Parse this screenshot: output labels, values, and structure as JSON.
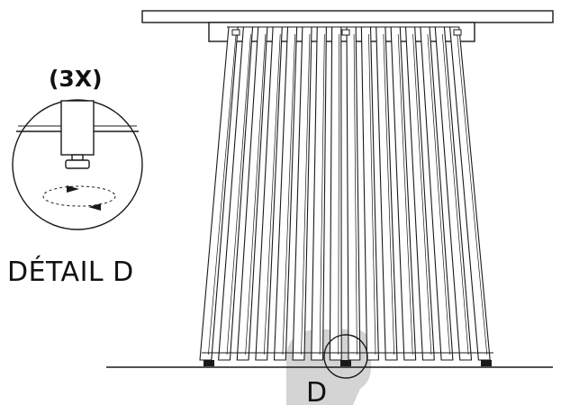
{
  "detail": {
    "quantity_label": "(3X)",
    "caption": "DÉTAIL D"
  },
  "callout": {
    "letter": "D"
  },
  "colors": {
    "line": "#1a1a1a",
    "callout_shade": "#d4d4d4",
    "background": "#ffffff"
  }
}
